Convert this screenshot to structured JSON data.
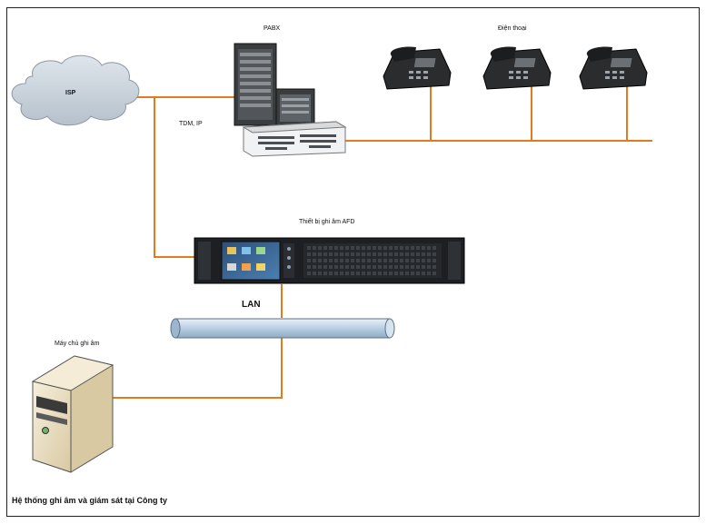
{
  "diagram": {
    "caption": "Hệ thống ghi âm và giám sát tại Công ty",
    "nodes": {
      "isp": "ISP",
      "pabx": "PABX",
      "phones": "Điện thoại",
      "recorder": "Thiết bị ghi âm AFD",
      "server": "Máy chủ ghi âm",
      "lan": "LAN"
    },
    "links": {
      "isp_pabx": "TDM, IP"
    }
  },
  "colors": {
    "line": "#e07b1e",
    "cloud": "#c9d3dd",
    "lan_pipe": "#c6d8e8",
    "device_dark": "#1d1f22",
    "server_body": "#efe3c5"
  }
}
